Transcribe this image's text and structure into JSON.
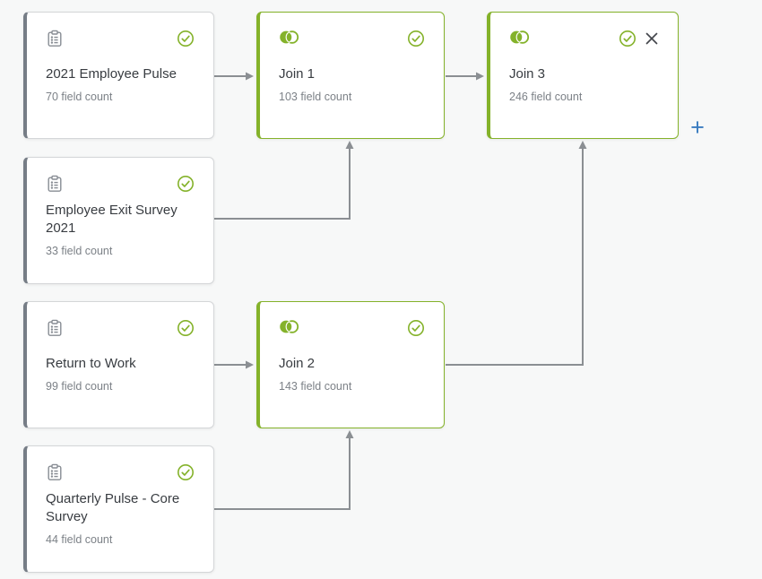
{
  "app": {
    "view": "data-join-flow"
  },
  "colors": {
    "green_accent": "#84b22a",
    "gray_accent": "#767d86",
    "connector_gray": "#8b8f93",
    "plus_blue": "#3a7cc0",
    "title_text": "#383c41",
    "subtitle_text": "#7c8187",
    "canvas_background": "#f7f8f8"
  },
  "icons": {
    "survey": "clipboard-list-icon",
    "join": "venn-join-icon",
    "status": "check-circle-icon",
    "close": "close-x-icon",
    "add": "plus-icon"
  },
  "nodes": [
    {
      "id": "survey-2021-employee-pulse",
      "type": "survey",
      "title": "2021 Employee Pulse",
      "field_count": "70 field count",
      "status": "valid"
    },
    {
      "id": "join-1",
      "type": "join",
      "title": "Join 1",
      "field_count": "103 field count",
      "status": "valid"
    },
    {
      "id": "join-3",
      "type": "join",
      "title": "Join 3",
      "field_count": "246 field count",
      "status": "valid",
      "closable": true
    },
    {
      "id": "survey-employee-exit-2021",
      "type": "survey",
      "title": "Employee Exit Survey 2021",
      "field_count": "33 field count",
      "status": "valid"
    },
    {
      "id": "survey-return-to-work",
      "type": "survey",
      "title": "Return to Work",
      "field_count": "99 field count",
      "status": "valid"
    },
    {
      "id": "join-2",
      "type": "join",
      "title": "Join 2",
      "field_count": "143 field count",
      "status": "valid"
    },
    {
      "id": "survey-quarterly-pulse-core",
      "type": "survey",
      "title": "Quarterly Pulse - Core Survey",
      "field_count": "44 field count",
      "status": "valid"
    }
  ],
  "edges": [
    {
      "from": "survey-2021-employee-pulse",
      "to": "join-1"
    },
    {
      "from": "survey-employee-exit-2021",
      "to": "join-1"
    },
    {
      "from": "join-1",
      "to": "join-3"
    },
    {
      "from": "survey-return-to-work",
      "to": "join-2"
    },
    {
      "from": "survey-quarterly-pulse-core",
      "to": "join-2"
    },
    {
      "from": "join-2",
      "to": "join-3"
    }
  ],
  "add_button": {
    "label": "+"
  }
}
